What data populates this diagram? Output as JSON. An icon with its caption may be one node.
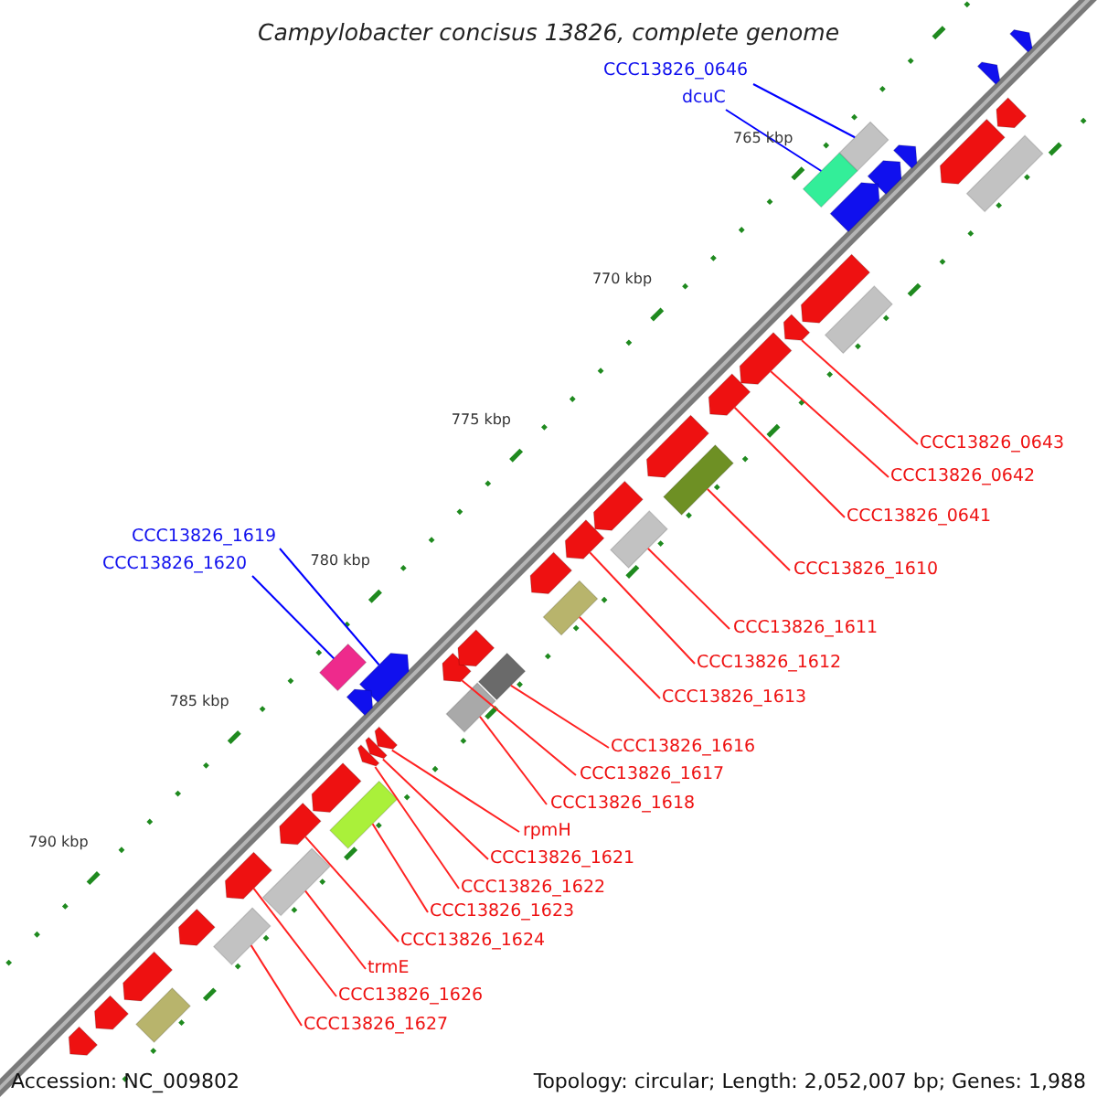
{
  "diagram": {
    "title": "Campylobacter concisus 13826, complete genome",
    "nodes": [
      {
        "text": [
          "CCC13826_0646"
        ]
      },
      {
        "text": [],
        "shape": "box"
      },
      {
        "text": [
          "dcuC"
        ]
      },
      {
        "text": [],
        "shape": "box"
      },
      {
        "text": [
          "CCC13826_0643"
        ]
      },
      {
        "text": [],
        "shape": "arrow"
      },
      {
        "text": [
          "CCC13826_0642"
        ]
      },
      {
        "text": [],
        "shape": "arrow"
      },
      {
        "text": [
          "CCC13826_0641"
        ]
      },
      {
        "text": [],
        "shape": "arrow"
      },
      {
        "text": [
          "CCC13826_1619"
        ]
      },
      {
        "text": [],
        "shape": "arrow"
      },
      {
        "text": [
          "CCC13826_1620"
        ]
      },
      {
        "text": [],
        "shape": "box"
      },
      {
        "text": [
          "CCC13826_1610"
        ]
      },
      {
        "text": [],
        "shape": "box"
      },
      {
        "text": [
          "CCC13826_1611"
        ]
      },
      {
        "text": [],
        "shape": "box"
      },
      {
        "text": [
          "CCC13826_1612"
        ]
      },
      {
        "text": [],
        "shape": "arrow"
      },
      {
        "text": [
          "CCC13826_1613"
        ]
      },
      {
        "text": [],
        "shape": "box"
      },
      {
        "text": [
          "CCC13826_1616"
        ]
      },
      {
        "text": [],
        "shape": "box"
      },
      {
        "text": [
          "CCC13826_1617"
        ]
      },
      {
        "text": [],
        "shape": "arrow"
      },
      {
        "text": [
          "CCC13826_1618"
        ]
      },
      {
        "text": [],
        "shape": "box"
      },
      {
        "text": [
          "rpmH"
        ]
      },
      {
        "text": [],
        "shape": "arrow"
      },
      {
        "text": [
          "CCC13826_1621"
        ]
      },
      {
        "text": [],
        "shape": "arrow"
      },
      {
        "text": [
          "CCC13826_1622"
        ]
      },
      {
        "text": [],
        "shape": "arrow"
      },
      {
        "text": [
          "CCC13826_1623"
        ]
      },
      {
        "text": [],
        "shape": "box"
      },
      {
        "text": [
          "CCC13826_1624"
        ]
      },
      {
        "text": [],
        "shape": "arrow"
      },
      {
        "text": [
          "trmE"
        ]
      },
      {
        "text": [],
        "shape": "box"
      },
      {
        "text": [
          "CCC13826_1626"
        ]
      },
      {
        "text": [],
        "shape": "arrow"
      },
      {
        "text": [
          "CCC13826_1627"
        ]
      },
      {
        "text": [],
        "shape": "box"
      },
      {
        "text": [],
        "shape": "arrow"
      },
      {
        "text": [],
        "shape": "arrow"
      },
      {
        "text": [],
        "shape": "arrow"
      },
      {
        "text": [],
        "shape": "box"
      },
      {
        "text": [],
        "shape": "arrow"
      },
      {
        "text": [],
        "shape": "arrow"
      },
      {
        "text": [],
        "shape": "arrow"
      },
      {
        "text": [],
        "shape": "arrow"
      },
      {
        "text": [],
        "shape": "arrow"
      },
      {
        "text": [],
        "shape": "box"
      },
      {
        "text": [],
        "shape": "arrow"
      },
      {
        "text": [],
        "shape": "arrow"
      },
      {
        "text": [],
        "shape": "arrow"
      },
      {
        "text": [],
        "shape": "arrow"
      },
      {
        "text": [],
        "shape": "arrow"
      },
      {
        "text": [],
        "shape": "arrow"
      },
      {
        "text": [],
        "shape": "arrow"
      },
      {
        "text": [],
        "shape": "arrow"
      },
      {
        "text": [],
        "shape": "box"
      },
      {
        "text": [],
        "shape": "arrow"
      },
      {
        "text": [],
        "shape": "arrow"
      }
    ],
    "edges": [
      {
        "from": 0,
        "to": 1,
        "arrow": "none",
        "color": "#0000ff"
      },
      {
        "from": 2,
        "to": 3,
        "arrow": "none",
        "color": "#0000ff"
      },
      {
        "from": 4,
        "to": 5,
        "arrow": "none"
      },
      {
        "from": 6,
        "to": 7,
        "arrow": "none"
      },
      {
        "from": 8,
        "to": 9,
        "arrow": "none"
      },
      {
        "from": 10,
        "to": 11,
        "arrow": "none",
        "color": "#0000ff"
      },
      {
        "from": 12,
        "to": 13,
        "arrow": "none",
        "color": "#0000ff"
      },
      {
        "from": 14,
        "to": 15,
        "arrow": "none"
      },
      {
        "from": 16,
        "to": 17,
        "arrow": "none"
      },
      {
        "from": 18,
        "to": 19,
        "arrow": "none"
      },
      {
        "from": 20,
        "to": 21,
        "arrow": "none"
      },
      {
        "from": 22,
        "to": 23,
        "arrow": "none"
      },
      {
        "from": 24,
        "to": 25,
        "arrow": "none"
      },
      {
        "from": 26,
        "to": 27,
        "arrow": "none"
      },
      {
        "from": 28,
        "to": 29,
        "arrow": "none"
      },
      {
        "from": 30,
        "to": 31,
        "arrow": "none"
      },
      {
        "from": 32,
        "to": 33,
        "arrow": "none"
      },
      {
        "from": 34,
        "to": 35,
        "arrow": "none"
      },
      {
        "from": 36,
        "to": 37,
        "arrow": "none"
      },
      {
        "from": 38,
        "to": 39,
        "arrow": "none"
      },
      {
        "from": 40,
        "to": 41,
        "arrow": "none"
      },
      {
        "from": 42,
        "to": 43,
        "arrow": "none"
      }
    ],
    "labels": [
      "765 kbp",
      "770 kbp",
      "775 kbp",
      "780 kbp",
      "785 kbp",
      "790 kbp",
      "Accession: NC_009802",
      "Topology: circular; Length: 2,052,007 bp; Genes: 1,988"
    ]
  }
}
